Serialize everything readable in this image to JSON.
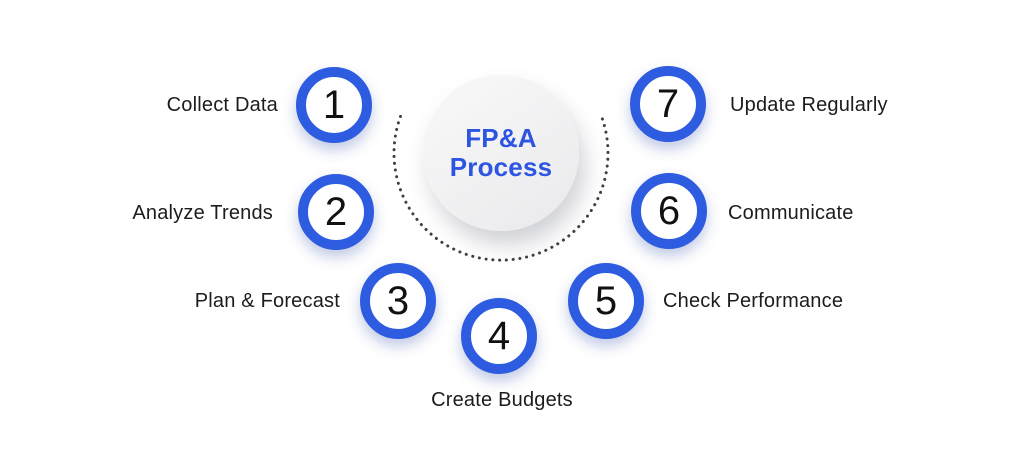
{
  "diagram": {
    "title_line1": "FP&A",
    "title_line2": "Process",
    "steps": [
      {
        "number": "1",
        "label": "Collect Data"
      },
      {
        "number": "2",
        "label": "Analyze Trends"
      },
      {
        "number": "3",
        "label": "Plan & Forecast"
      },
      {
        "number": "4",
        "label": "Create Budgets"
      },
      {
        "number": "5",
        "label": "Check Performance"
      },
      {
        "number": "6",
        "label": "Communicate"
      },
      {
        "number": "7",
        "label": "Update Regularly"
      }
    ],
    "colors": {
      "ring_blue": "#2e5ce0",
      "title_blue": "#2d55e1",
      "label_text": "#1c1c1c",
      "number_text": "#111111",
      "center_circle_fill": "#f0f0f1",
      "dot_color": "#404040",
      "background": "#ffffff"
    }
  }
}
